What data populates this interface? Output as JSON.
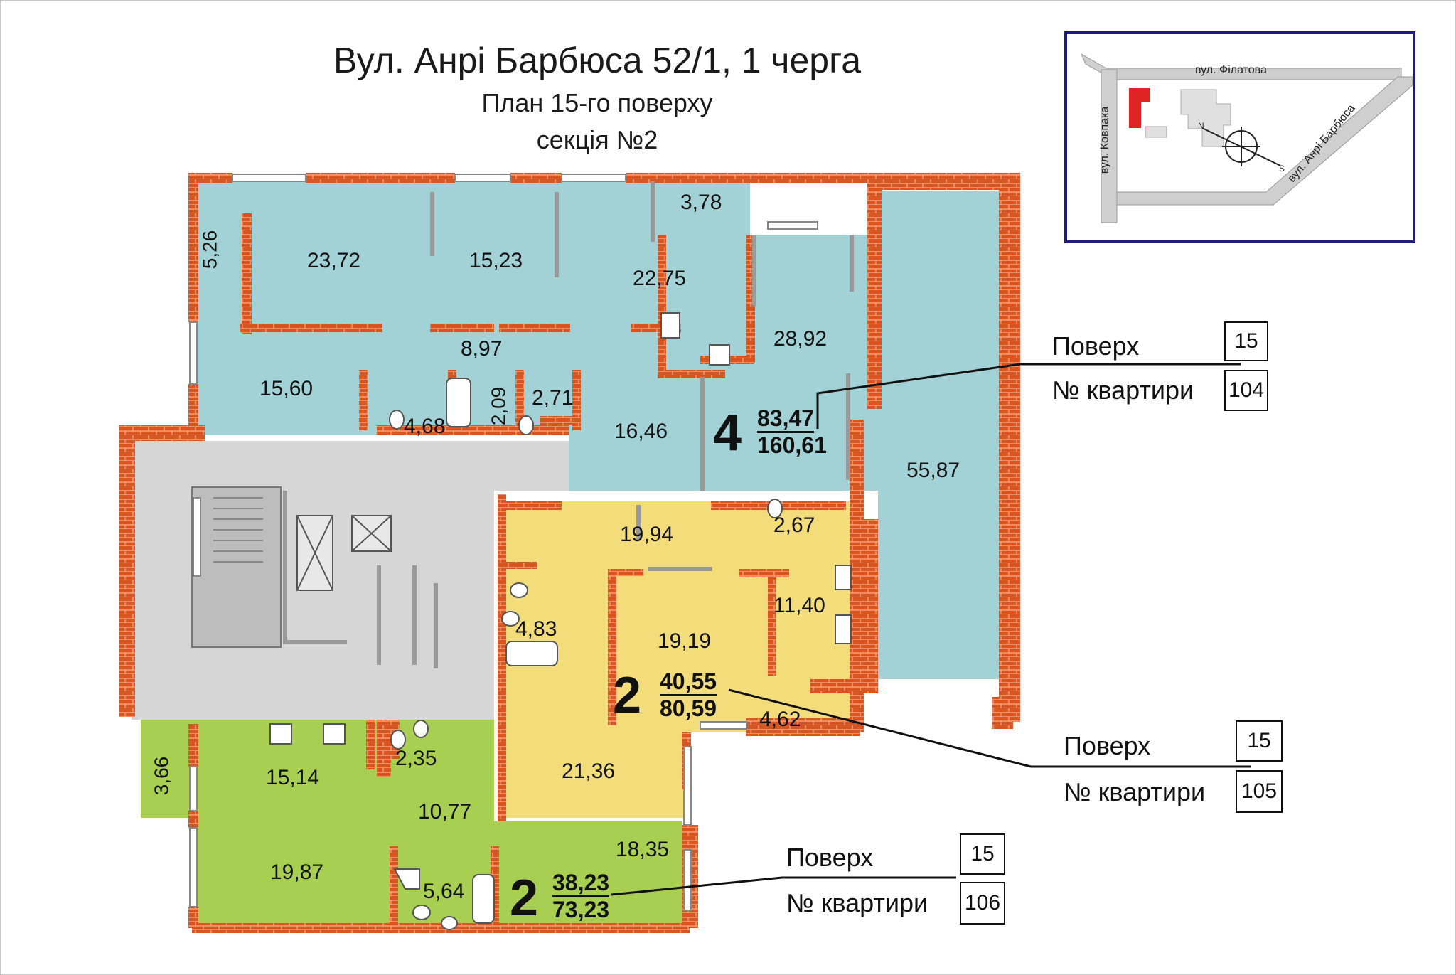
{
  "title": {
    "line1": "Вул. Анрі Барбюса 52/1, 1 черга",
    "line2": "План 15-го поверху",
    "line3": "секція №2"
  },
  "colors": {
    "brick": "#d9541e",
    "apt104": "#a3d2d6",
    "apt105": "#f3dc7a",
    "apt106": "#a9cf52",
    "common": "#d6d6d6",
    "map_border": "#1e1e7a",
    "map_marker": "#e02424"
  },
  "apartments": [
    {
      "number": "104",
      "floor": "15",
      "rooms": "4",
      "living": "83,47",
      "total": "160,61",
      "room_areas": [
        "5,26",
        "23,72",
        "15,23",
        "3,78",
        "22,75",
        "28,92",
        "8,97",
        "15,60",
        "4,68",
        "2,09",
        "2,71",
        "16,46",
        "55,87"
      ]
    },
    {
      "number": "105",
      "floor": "15",
      "rooms": "2",
      "living": "40,55",
      "total": "80,59",
      "room_areas": [
        "19,94",
        "2,67",
        "11,40",
        "4,83",
        "19,19",
        "4,62",
        "21,36"
      ]
    },
    {
      "number": "106",
      "floor": "15",
      "rooms": "2",
      "living": "38,23",
      "total": "73,23",
      "room_areas": [
        "3,66",
        "15,14",
        "2,35",
        "10,77",
        "18,35",
        "19,87",
        "5,64"
      ]
    }
  ],
  "info_labels": {
    "floor": "Поверх",
    "apartment_no": "№ квартири"
  },
  "location_map": {
    "street_top": "вул. Філатова",
    "street_left": "вул. Ковпака",
    "street_diag": "вул. Анрі Барбюса",
    "north": "N",
    "south": "S"
  }
}
